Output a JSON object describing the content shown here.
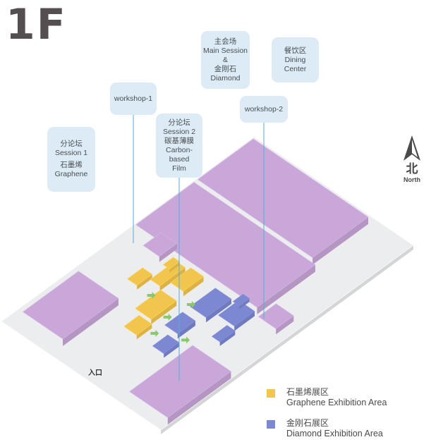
{
  "floor": {
    "title": "1F"
  },
  "labels": {
    "main_session": [
      "主会场",
      "Main Session",
      "&",
      "金刚石",
      "Diamond"
    ],
    "dining": [
      "餐饮区",
      "Dining",
      "Center"
    ],
    "workshop1": [
      "workshop-1"
    ],
    "workshop2": [
      "workshop-2"
    ],
    "session2": [
      "分论坛",
      "Session 2",
      "碳基薄膜",
      "Carbon-",
      "based",
      "Film"
    ],
    "session1": [
      "分论坛",
      "Session 1",
      "石墨烯",
      "Graphene"
    ]
  },
  "north": {
    "zh": "北",
    "en": "North"
  },
  "entrance": "入口",
  "legend": [
    {
      "zh": "石墨烯展区",
      "en": "Graphene Exhibition Area",
      "color": "#f2c64d"
    },
    {
      "zh": "金刚石展区",
      "en": "Diamond Exhibition Area",
      "color": "#7c88d1"
    }
  ],
  "colors": {
    "floor": "#ecedef",
    "hall": "#c9a7d8",
    "graphene": "#f2c64d",
    "diamond": "#7c88d1",
    "leader": "#5aaad8",
    "arrow": "#8cc770"
  }
}
